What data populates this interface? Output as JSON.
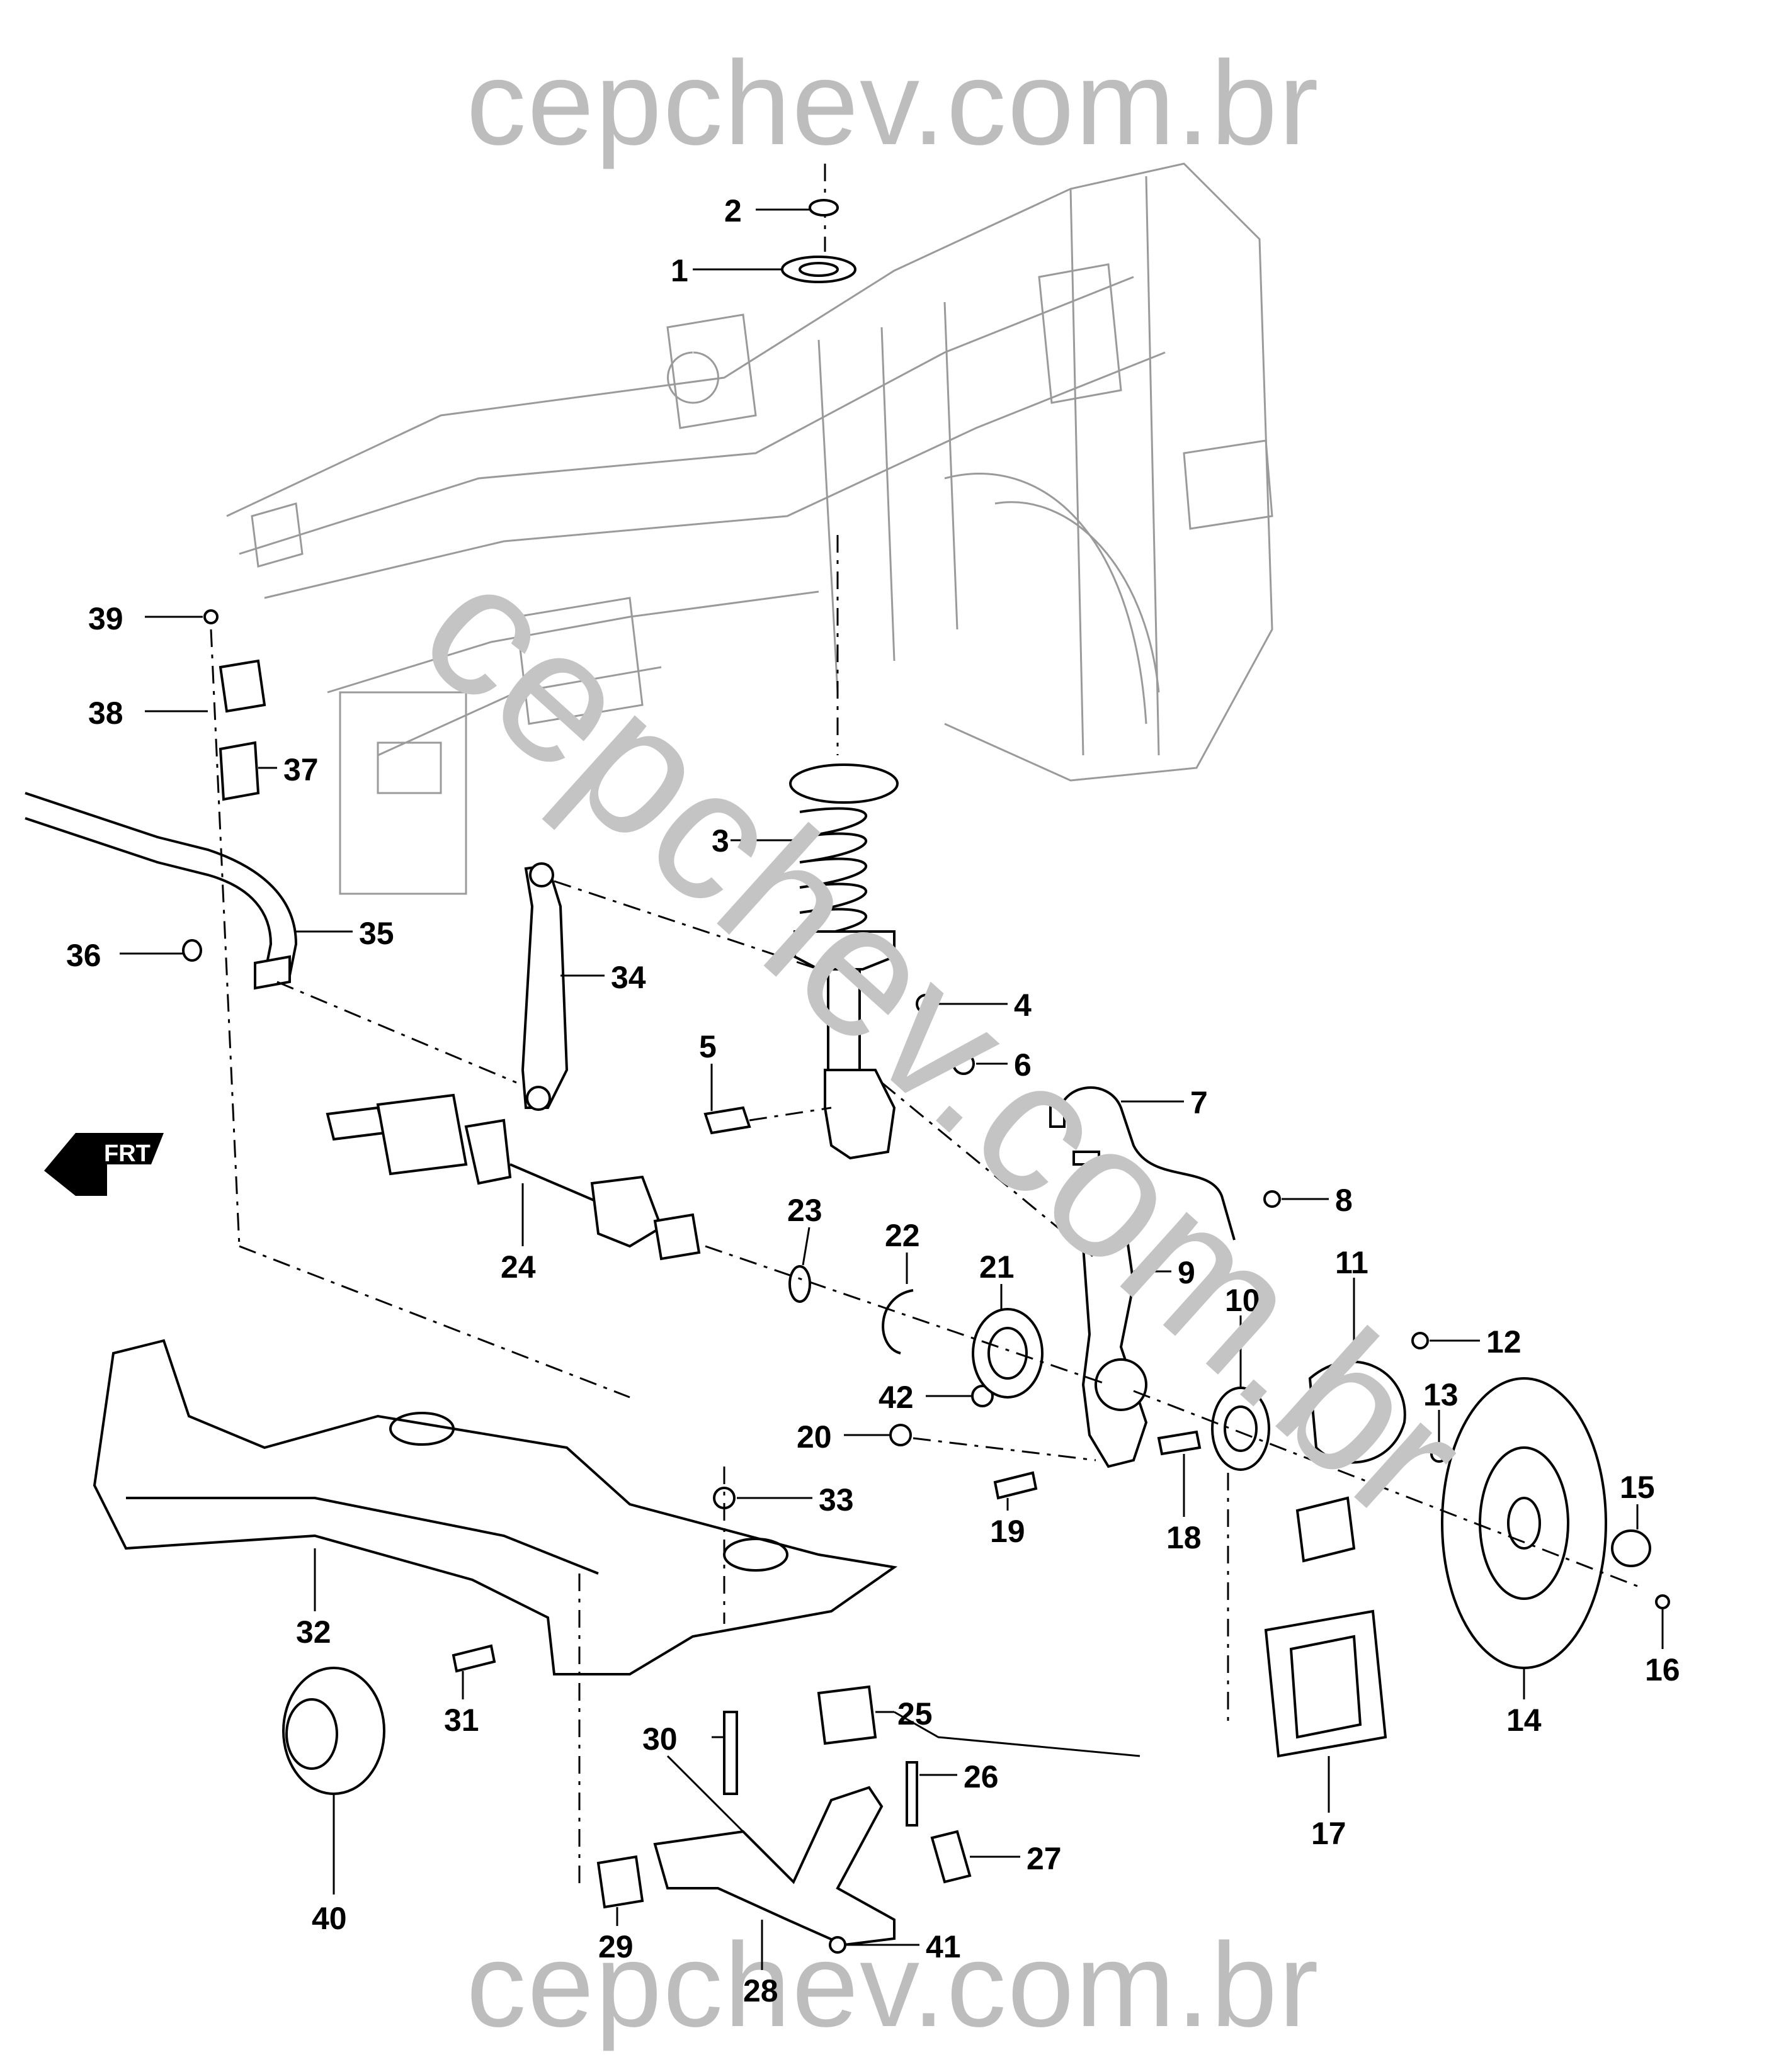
{
  "watermark": {
    "top": "cepchev.com.br",
    "diagonal": "cepchev.com.br",
    "bottom": "cepchev.com.br"
  },
  "orientation": {
    "label": "FRT"
  },
  "callouts": [
    {
      "id": "1",
      "text": "1"
    },
    {
      "id": "2",
      "text": "2"
    },
    {
      "id": "3",
      "text": "3"
    },
    {
      "id": "4",
      "text": "4"
    },
    {
      "id": "5",
      "text": "5"
    },
    {
      "id": "6",
      "text": "6"
    },
    {
      "id": "7",
      "text": "7"
    },
    {
      "id": "8",
      "text": "8"
    },
    {
      "id": "9",
      "text": "9"
    },
    {
      "id": "10",
      "text": "10"
    },
    {
      "id": "11",
      "text": "11"
    },
    {
      "id": "12",
      "text": "12"
    },
    {
      "id": "13",
      "text": "13"
    },
    {
      "id": "14",
      "text": "14"
    },
    {
      "id": "15",
      "text": "15"
    },
    {
      "id": "16",
      "text": "16"
    },
    {
      "id": "17",
      "text": "17"
    },
    {
      "id": "18",
      "text": "18"
    },
    {
      "id": "19",
      "text": "19"
    },
    {
      "id": "20",
      "text": "20"
    },
    {
      "id": "21",
      "text": "21"
    },
    {
      "id": "22",
      "text": "22"
    },
    {
      "id": "23",
      "text": "23"
    },
    {
      "id": "24",
      "text": "24"
    },
    {
      "id": "25",
      "text": "25"
    },
    {
      "id": "26",
      "text": "26"
    },
    {
      "id": "27",
      "text": "27"
    },
    {
      "id": "28",
      "text": "28"
    },
    {
      "id": "29",
      "text": "29"
    },
    {
      "id": "30",
      "text": "30"
    },
    {
      "id": "31",
      "text": "31"
    },
    {
      "id": "32",
      "text": "32"
    },
    {
      "id": "33",
      "text": "33"
    },
    {
      "id": "34",
      "text": "34"
    },
    {
      "id": "35",
      "text": "35"
    },
    {
      "id": "36",
      "text": "36"
    },
    {
      "id": "37",
      "text": "37"
    },
    {
      "id": "38",
      "text": "38"
    },
    {
      "id": "39",
      "text": "39"
    },
    {
      "id": "40",
      "text": "40"
    },
    {
      "id": "41",
      "text": "41"
    },
    {
      "id": "42",
      "text": "42"
    }
  ]
}
